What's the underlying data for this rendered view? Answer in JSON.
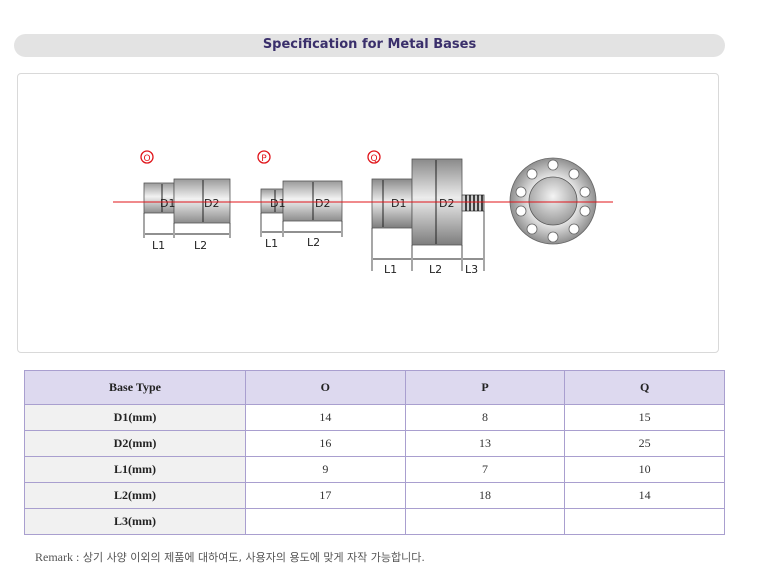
{
  "header": {
    "title": "Specification for Metal Bases"
  },
  "diagram": {
    "types": [
      {
        "marker": "O",
        "labels": [
          "D1",
          "D2",
          "L1",
          "L2"
        ]
      },
      {
        "marker": "P",
        "labels": [
          "D1",
          "D2",
          "L1",
          "L2"
        ]
      },
      {
        "marker": "Q",
        "labels": [
          "D1",
          "D2",
          "L1",
          "L2",
          "L3"
        ]
      }
    ]
  },
  "table": {
    "corner": "Base Type",
    "columns": [
      "O",
      "P",
      "Q"
    ],
    "rows": [
      {
        "label": "D1(mm)",
        "values": [
          "14",
          "8",
          "15"
        ]
      },
      {
        "label": "D2(mm)",
        "values": [
          "16",
          "13",
          "25"
        ]
      },
      {
        "label": "L1(mm)",
        "values": [
          "9",
          "7",
          "10"
        ]
      },
      {
        "label": "L2(mm)",
        "values": [
          "17",
          "18",
          "14"
        ]
      },
      {
        "label": "L3(mm)",
        "values": [
          "",
          "",
          ""
        ]
      }
    ]
  },
  "remark": {
    "label": "Remark :",
    "text": "상기 사양 이외의 제품에 대하여도, 사용자의 용도에 맞게 자작 가능합니다."
  },
  "colors": {
    "accent": "#3a2f6b",
    "center_line": "#e0141a",
    "table_border": "#a99fcf",
    "header_bg": "#ddd9ef"
  }
}
